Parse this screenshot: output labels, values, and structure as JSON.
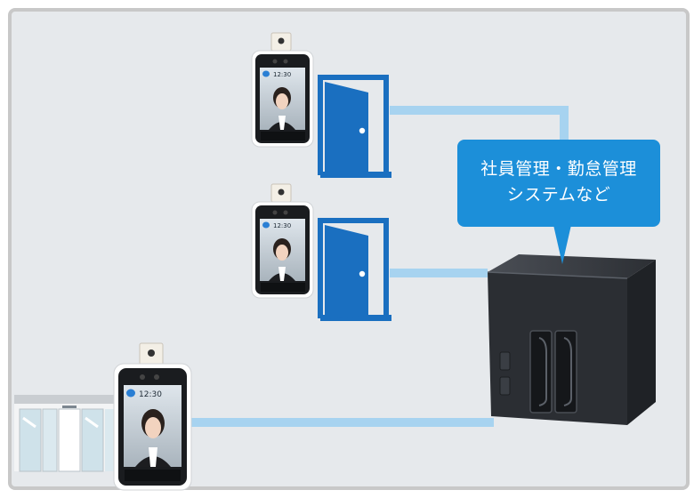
{
  "callout": {
    "line1": "社員管理・勤怠管理",
    "line2": "システムなど"
  },
  "terminals": [
    {
      "time": "12:30"
    },
    {
      "time": "12:30"
    },
    {
      "time": "12:30"
    }
  ],
  "colors": {
    "background": "#e6e9ec",
    "frame": "#c8c8c8",
    "connector": "#a7d3f0",
    "door_blue": "#1a6fc0",
    "callout_blue": "#1c8fd9",
    "server_body": "#2b2e33"
  },
  "icons": [
    "door-icon",
    "door-icon",
    "face-recognition-terminal",
    "face-recognition-terminal",
    "face-recognition-terminal",
    "server-nas",
    "glass-entrance"
  ]
}
